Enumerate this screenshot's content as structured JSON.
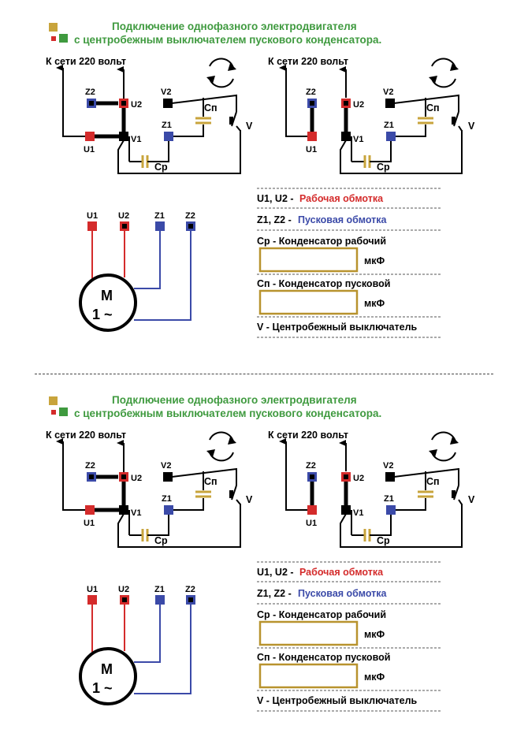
{
  "colors": {
    "title": "#3f9a3f",
    "work_winding": "#d42b2b",
    "start_winding": "#3b4aa8",
    "terminal_black": "#000000",
    "capacitor": "#c8a43c",
    "legend_box": "#b8932e",
    "square_gold": "#c8a43c",
    "square_green": "#3f9a3f",
    "square_red": "#d42b2b"
  },
  "top": {
    "title_line1": "Подключение однофазного электродвигателя",
    "title_line2": "с центробежным выключателем пускового конденсатора.",
    "network_left": "К сети 220 вольт",
    "network_right": "К сети 220 вольт",
    "terminals": {
      "z2": "Z2",
      "u2": "U2",
      "u1": "U1",
      "v1": "V1",
      "v2": "V2",
      "z1": "Z1"
    },
    "cap_run": "Cp",
    "cap_start": "Cп",
    "switch": "V",
    "motor_m": "M",
    "motor_phase": "1 ~",
    "legend": {
      "u_terms": "U1, U2 -",
      "u_desc": "Рабочая обмотка",
      "z_terms": "Z1, Z2 -",
      "z_desc": "Пусковая обмотка",
      "cp": "Cp - Конденсатор рабочий",
      "mkf1": "мкФ",
      "cn": "Cп - Конденсатор пусковой",
      "mkf2": "мкФ",
      "v": "V - Центробежный выключатель"
    }
  },
  "bottom": {
    "title_line1": "Подключение однофазного электродвигателя",
    "title_line2": "с центробежным выключателем пускового конденсатора.",
    "network_left": "К сети 220 вольт",
    "network_right": "К сети 220 вольт",
    "terminals": {
      "z2": "Z2",
      "u2": "U2",
      "u1": "U1",
      "v1": "V1",
      "v2": "V2",
      "z1": "Z1"
    },
    "cap_run": "Cp",
    "cap_start": "Cп",
    "switch": "V",
    "motor_m": "M",
    "motor_phase": "1 ~",
    "legend": {
      "u_terms": "U1, U2 -",
      "u_desc": "Рабочая обмотка",
      "z_terms": "Z1, Z2 -",
      "z_desc": "Пусковая обмотка",
      "cp": "Cp - Конденсатор рабочий",
      "mkf1": "мкФ",
      "cn": "Cп - Конденсатор пусковой",
      "mkf2": "мкФ",
      "v": "V - Центробежный выключатель"
    }
  }
}
